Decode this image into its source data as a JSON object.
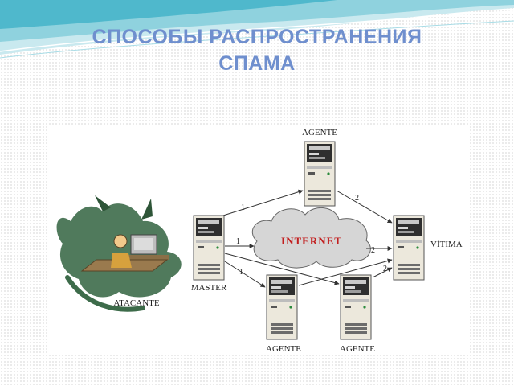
{
  "slide": {
    "title_line1": "СПОСОБЫ РАСПРОСТРАНЕНИЯ",
    "title_line2": "СПАМА",
    "title_color": "#6f8fce"
  },
  "diagram": {
    "cloud_label": "INTERNET",
    "attacker_label": "ATACANTE",
    "master_label": "MASTER",
    "victim_label": "VÍTIMA",
    "agent_top_label": "AGENTE",
    "agent_left_label": "AGENTE",
    "agent_right_label": "AGENTE",
    "arrow_master_to_agent_top": "1",
    "arrow_master_to_internet": "1",
    "arrow_master_to_agent_bottom": "1",
    "arrow_agent_top_to_victim": "2",
    "arrow_internet_to_victim": "2",
    "arrow_agent_bottom_to_victim": "2",
    "cloud_color": "#d6d6d6",
    "cloud_text_color": "#c21f1f",
    "monster_color": "#3d6b4a"
  }
}
